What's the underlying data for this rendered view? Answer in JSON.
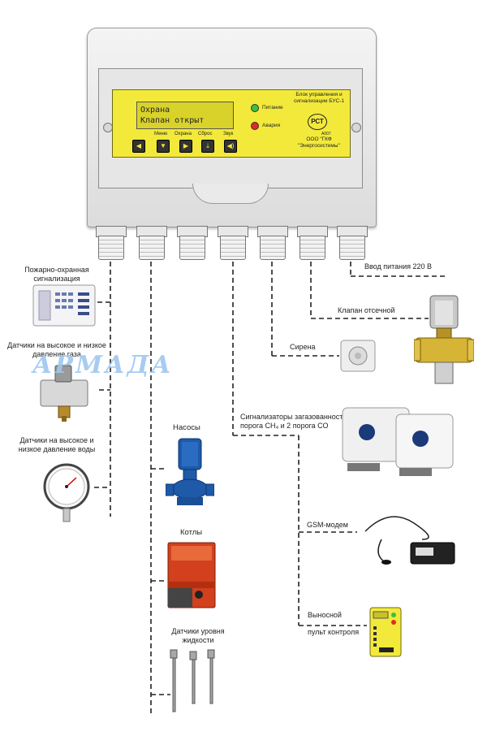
{
  "unit": {
    "lcd_line1": "Охрана",
    "lcd_line2": "Клапан открыт",
    "keys": [
      "Меню",
      "Охрана",
      "Сброс",
      "Звук"
    ],
    "led_power": "Питание",
    "led_alarm": "Авария",
    "title": "Блок управления и сигнализации БУС-1",
    "cert": "РСТ",
    "cert_code": "А007",
    "maker": "ООО \"ГКФ \"Энергосистемы\""
  },
  "labels": {
    "fire_alarm": "Пожарно-охранная сигнализация",
    "gas_pressure": "Датчики на высокое и низкое давление газа",
    "water_pressure": "Датчики на высокое и низкое давление воды",
    "pumps": "Насосы",
    "boilers": "Котлы",
    "level_sensors": "Датчики уровня жидкости",
    "power_input": "Ввод питания 220 В",
    "valve": "Клапан отсечной",
    "siren": "Сирена",
    "gas_detectors": "Сигнализаторы загазованности 2 порога СН₄ и 2 порога СО",
    "gsm": "GSM-модем",
    "remote_1": "Выносной",
    "remote_2": "пульт контроля"
  },
  "watermark": "АРМАДА",
  "colors": {
    "panel_yellow": "#f2e93a",
    "pump_blue": "#1e5aa8",
    "boiler_red": "#d2401e",
    "valve_brass": "#d6b436",
    "led_green": "#3ac13a",
    "led_red": "#e02a2a"
  }
}
